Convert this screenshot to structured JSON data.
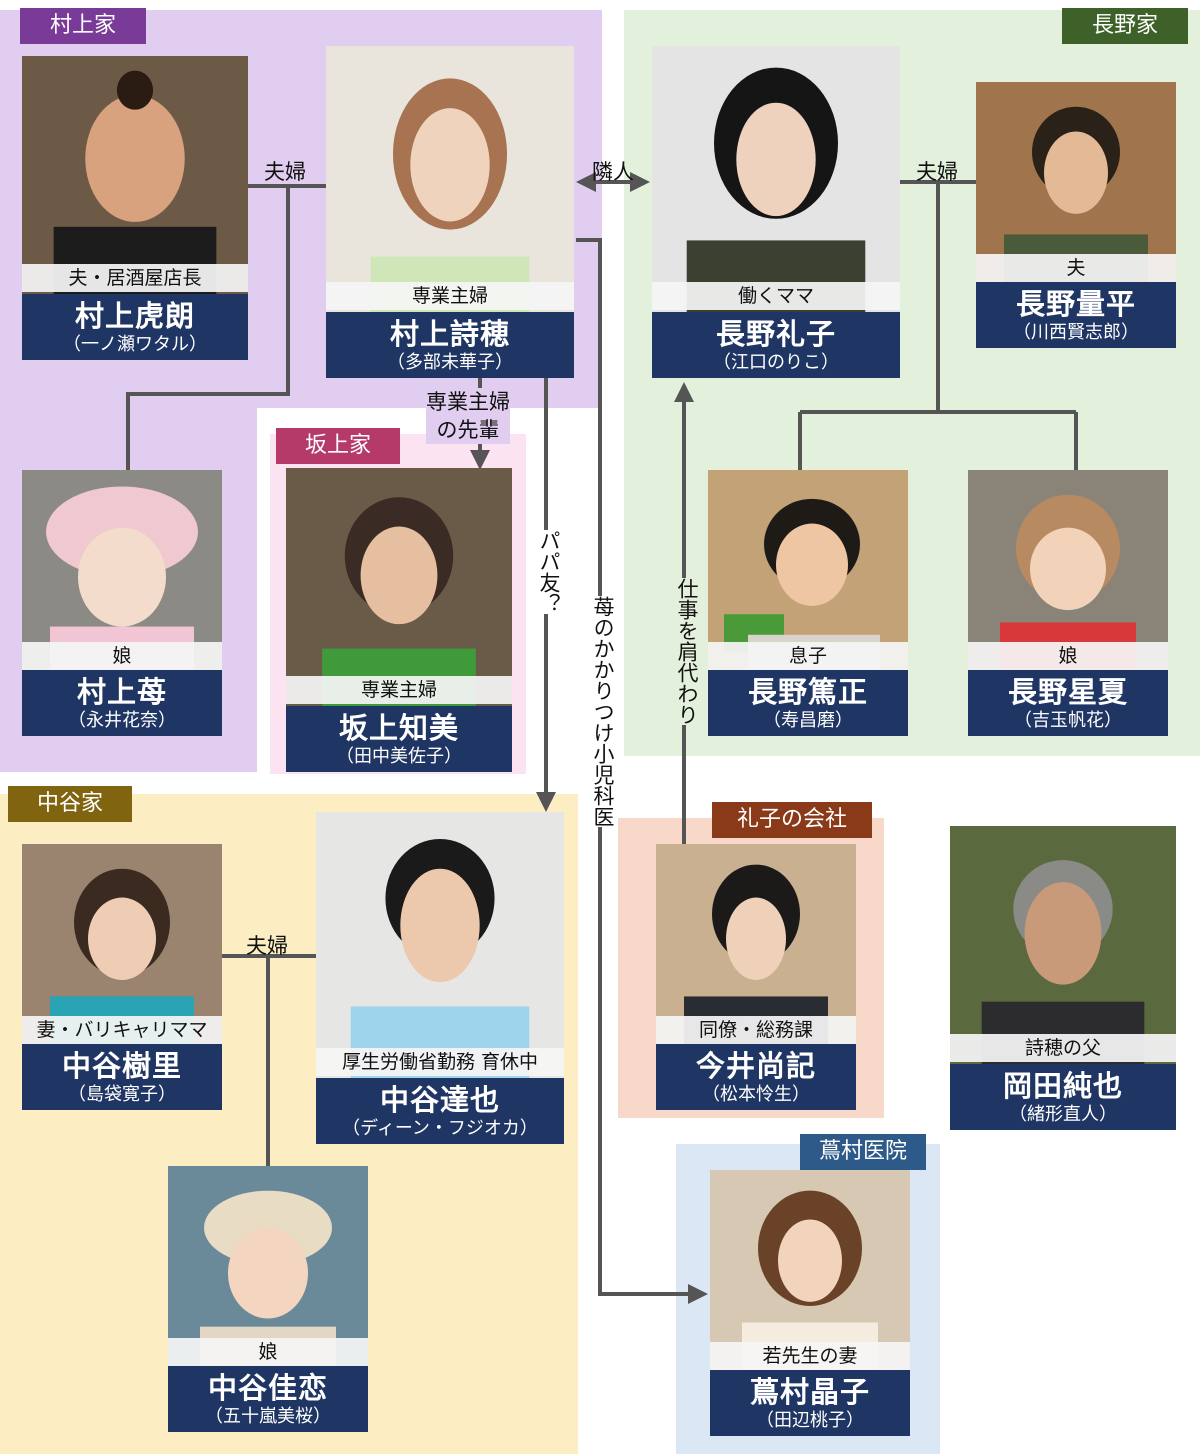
{
  "families": {
    "murakami": "村上家",
    "nagano": "長野家",
    "sakaue": "坂上家",
    "nakatani": "中谷家",
    "reiko_company": "礼子の会社",
    "tsutamura_clinic": "蔦村医院"
  },
  "people": {
    "toraro": {
      "role": "夫・居酒屋店長",
      "name": "村上虎朗",
      "actor": "（一ノ瀬ワタル）"
    },
    "shiho": {
      "role": "専業主婦",
      "name": "村上詩穂",
      "actor": "（多部未華子）"
    },
    "ichigo": {
      "role": "娘",
      "name": "村上苺",
      "actor": "（永井花奈）"
    },
    "tomomi": {
      "role": "専業主婦",
      "name": "坂上知美",
      "actor": "（田中美佐子）"
    },
    "reiko": {
      "role": "働くママ",
      "name": "長野礼子",
      "actor": "（江口のりこ）"
    },
    "ryohei": {
      "role": "夫",
      "name": "長野量平",
      "actor": "（川西賢志郎）"
    },
    "atsumasa": {
      "role": "息子",
      "name": "長野篤正",
      "actor": "（寿昌磨）"
    },
    "seika": {
      "role": "娘",
      "name": "長野星夏",
      "actor": "（吉玉帆花）"
    },
    "juri": {
      "role": "妻・バリキャリママ",
      "name": "中谷樹里",
      "actor": "（島袋寛子）"
    },
    "tatsuya": {
      "role": "厚生労働省勤務 育休中",
      "name": "中谷達也",
      "actor": "（ディーン・フジオカ）"
    },
    "karen": {
      "role": "娘",
      "name": "中谷佳恋",
      "actor": "（五十嵐美桜）"
    },
    "naoki": {
      "role": "同僚・総務課",
      "name": "今井尚記",
      "actor": "（松本怜生）"
    },
    "junya": {
      "role": "詩穂の父",
      "name": "岡田純也",
      "actor": "（緒形直人）"
    },
    "shoko": {
      "role": "若先生の妻",
      "name": "蔦村晶子",
      "actor": "（田辺桃子）"
    }
  },
  "relations": {
    "murakami_couple": "夫婦",
    "neighbor": "隣人",
    "nagano_couple": "夫婦",
    "senpai": "専業主婦\nの先輩",
    "papatomo": "パパ友？",
    "doctor": "苺のかかりつけ小児科医",
    "shigoto": "仕事を肩代わり",
    "nakatani_couple": "夫婦"
  },
  "colors": {
    "murakami_bg": "#e0cdef",
    "murakami_tag": "#7a3a98",
    "nagano_bg": "#e3f0dc",
    "nagano_tag": "#3d6128",
    "sakaue_bg": "#fbe3f2",
    "sakaue_tag": "#b53a6a",
    "nakatani_bg": "#fceec2",
    "nakatani_tag": "#806410",
    "company_bg": "#f8d8c8",
    "company_tag": "#8a3a18",
    "clinic_bg": "#dbe7f4",
    "clinic_tag": "#2e5a8a",
    "name_bg": "#1f3563",
    "line": "#555555"
  }
}
